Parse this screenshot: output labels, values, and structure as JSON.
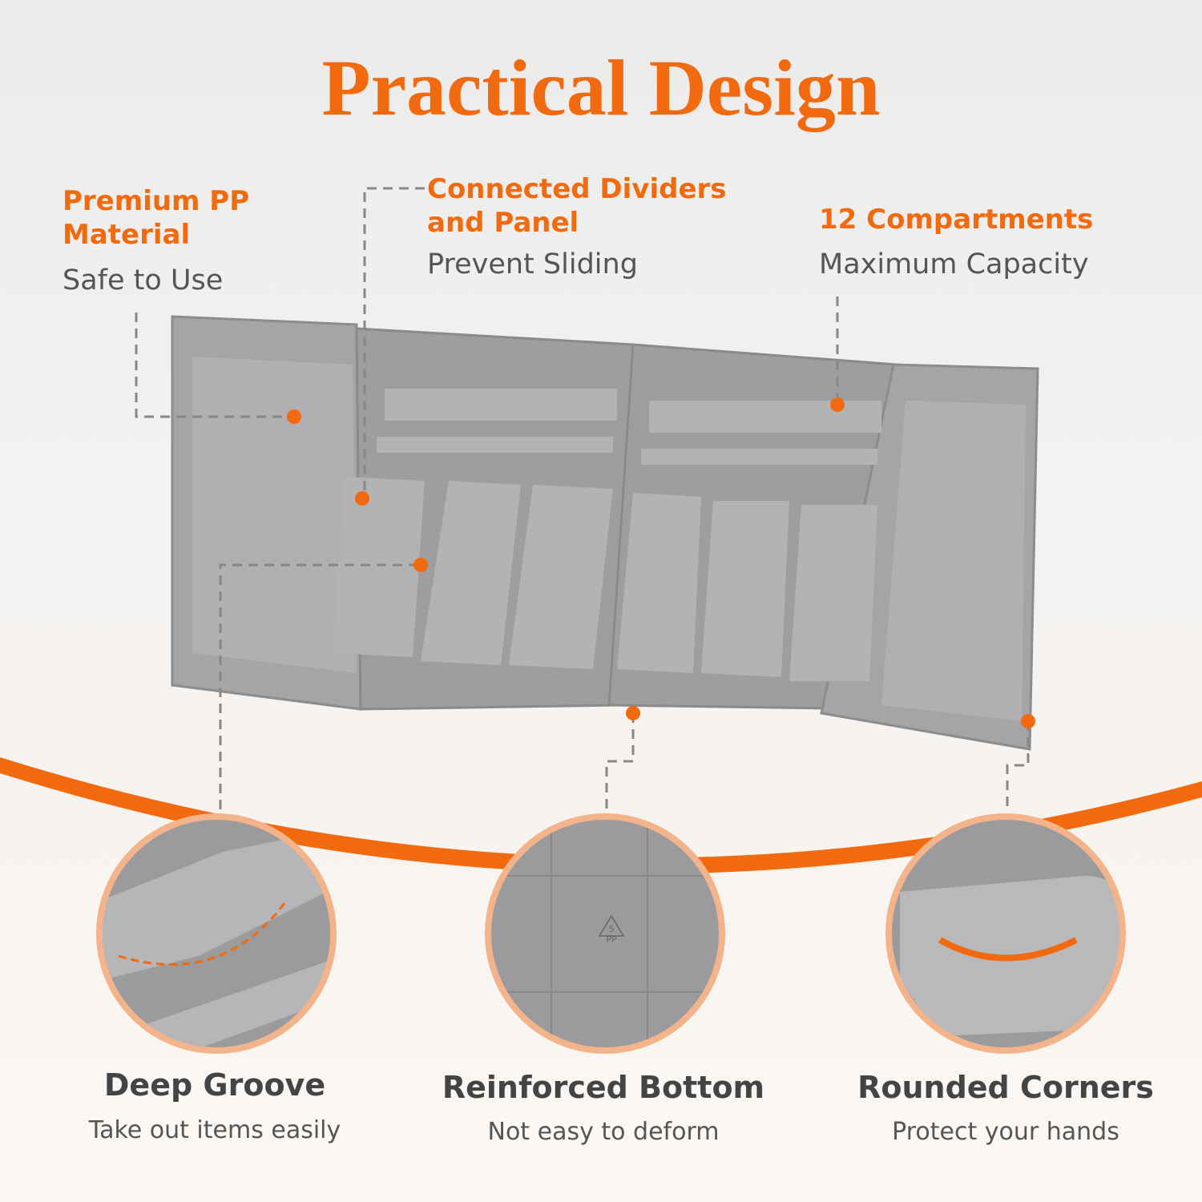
{
  "title": "Practical Design",
  "features": [
    {
      "heading": "Premium PP Material",
      "heading_lines": [
        "Premium PP",
        "Material"
      ],
      "sub": "Safe to Use"
    },
    {
      "heading": "Connected Dividers and Panel",
      "heading_lines": [
        "Connected Dividers",
        "and Panel"
      ],
      "sub": "Prevent Sliding"
    },
    {
      "heading": "12 Compartments",
      "sub": "Maximum Capacity"
    }
  ],
  "details": [
    {
      "title": "Deep Groove",
      "sub": "Take out items easily"
    },
    {
      "title": "Reinforced Bottom",
      "sub": "Not easy to deform",
      "mark": "5",
      "mark_sub": "PP"
    },
    {
      "title": "Rounded Corners",
      "sub": "Protect your hands"
    }
  ],
  "colors": {
    "accent": "#f26a10",
    "tray": "#9b9b9d"
  }
}
